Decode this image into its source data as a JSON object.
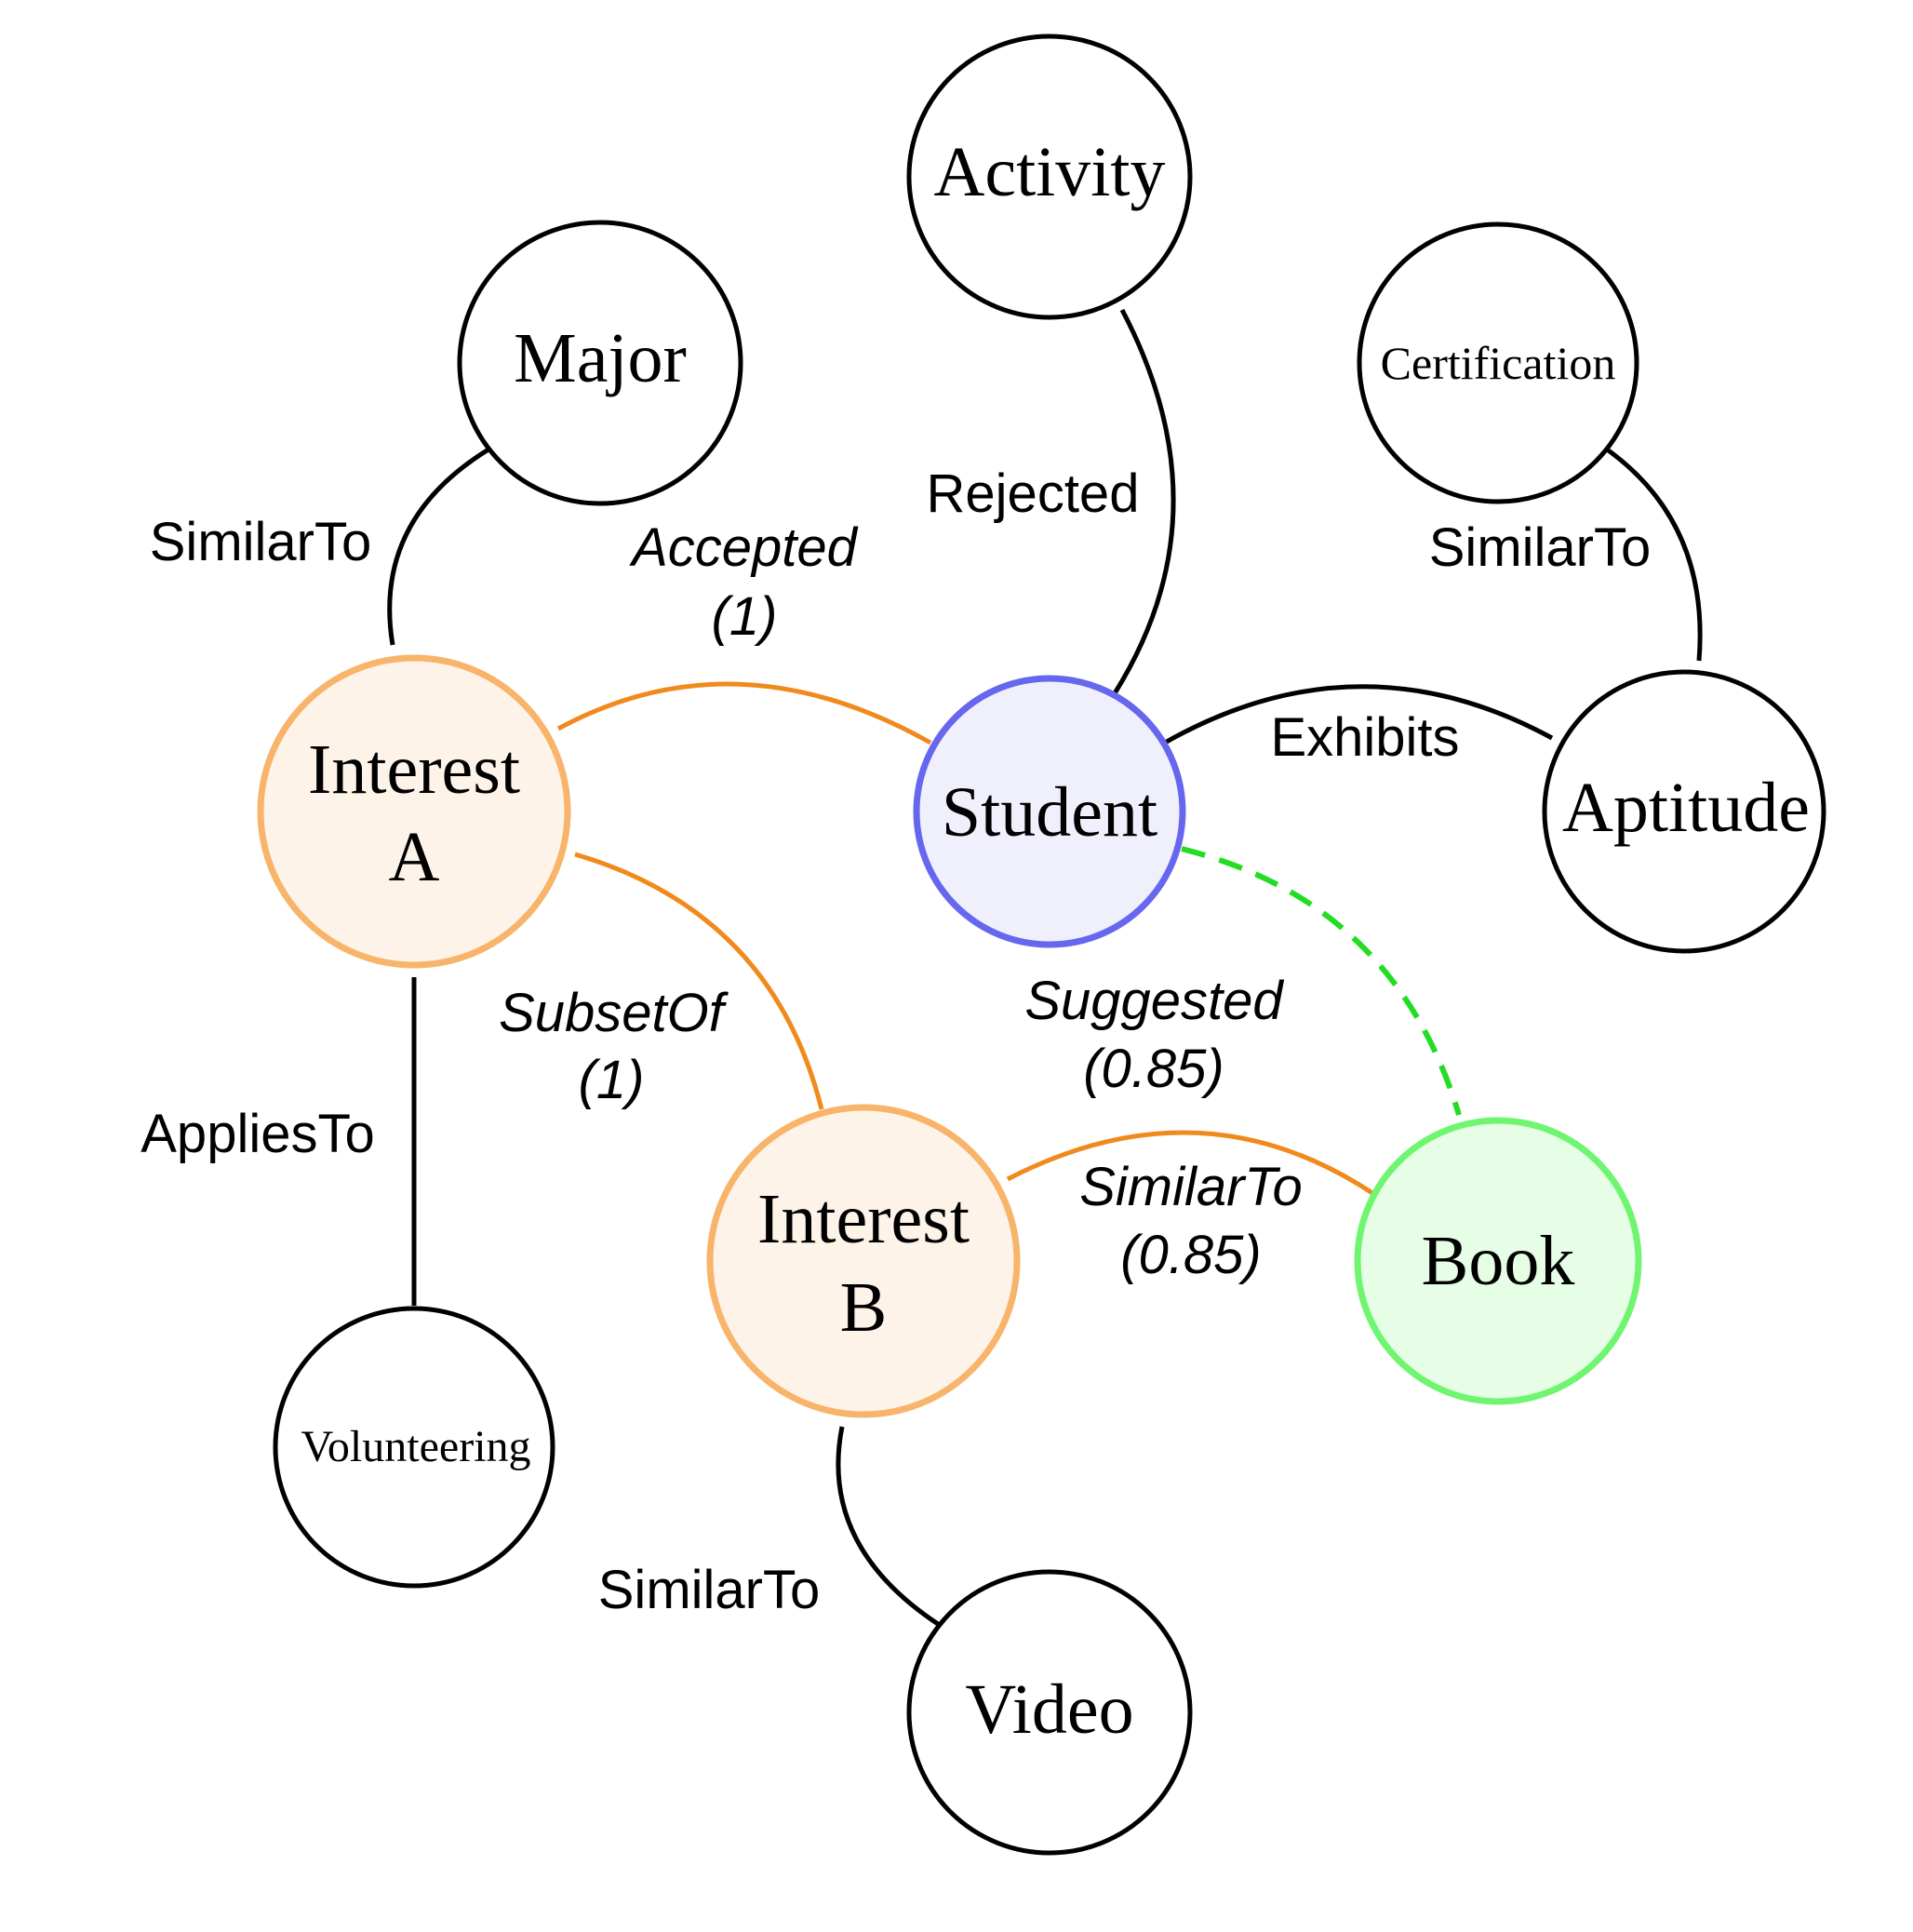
{
  "colors": {
    "interest_stroke": "#f7b46a",
    "interest_fill": "#fef3e8",
    "student_stroke": "#6666ee",
    "student_fill": "#f0f0fc",
    "book_stroke": "#70f570",
    "book_fill": "#e6fde6",
    "orange_edge": "#f08a1c",
    "green_edge": "#22dd22",
    "black": "#000000"
  },
  "nodes": {
    "activity": "Activity",
    "major": "Major",
    "certification": "Certification",
    "interest_a_line1": "Interest",
    "interest_a_line2": "A",
    "student": "Student",
    "aptitude": "Aptitude",
    "interest_b_line1": "Interest",
    "interest_b_line2": "B",
    "book": "Book",
    "volunteering": "Volunteering",
    "video": "Video"
  },
  "edges": {
    "major_interest_a": "SimilarTo",
    "activity_student": "Rejected",
    "certification_aptitude": "SimilarTo",
    "interest_a_student_line1": "Accepted",
    "interest_a_student_line2": "(1)",
    "student_aptitude": "Exhibits",
    "interest_a_interest_b_line1": "SubsetOf",
    "interest_a_interest_b_line2": "(1)",
    "student_book_line1": "Suggested",
    "student_book_line2": "(0.85)",
    "interest_a_volunteering": "AppliesTo",
    "interest_b_book_line1": "SimilarTo",
    "interest_b_book_line2": "(0.85)",
    "interest_b_video": "SimilarTo"
  }
}
